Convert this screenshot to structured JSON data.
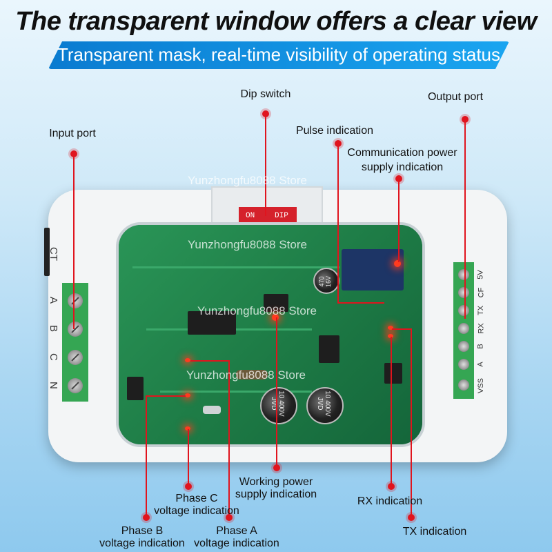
{
  "header": {
    "title": "The transparent window offers a clear view",
    "subtitle": "Transparent mask, real-time visibility of operating status"
  },
  "dip_switch": {
    "on": "ON",
    "dip": "DIP"
  },
  "left_terminal": {
    "labels": [
      "CT",
      "A",
      "B",
      "C",
      "N"
    ]
  },
  "right_terminal": {
    "labels": [
      "5V",
      "CF",
      "TX",
      "RX",
      "B",
      "A",
      "VSS"
    ]
  },
  "board_text": {
    "cap_large_1": "10 400V JVD",
    "cap_large_2": "10 400V JVD",
    "cap_small": "470 16V"
  },
  "watermark": "Yunzhongfu8088 Store",
  "callouts": {
    "dip_switch": "Dip switch",
    "input_port": "Input port",
    "output_port": "Output port",
    "pulse_indication": "Pulse indication",
    "communication_power": [
      "Communication power",
      "supply indication"
    ],
    "working_power": [
      "Working power",
      "supply indication"
    ],
    "phase_c": [
      "Phase C",
      "voltage indication"
    ],
    "rx_indication": "RX indication",
    "phase_b": [
      "Phase B",
      "voltage indication"
    ],
    "phase_a": [
      "Phase A",
      "voltage indication"
    ],
    "tx_indication": "TX indication"
  },
  "colors": {
    "accent_red": "#e0141e",
    "banner_blue": "#0a7bd0",
    "pcb_green": "#1f7a46"
  }
}
